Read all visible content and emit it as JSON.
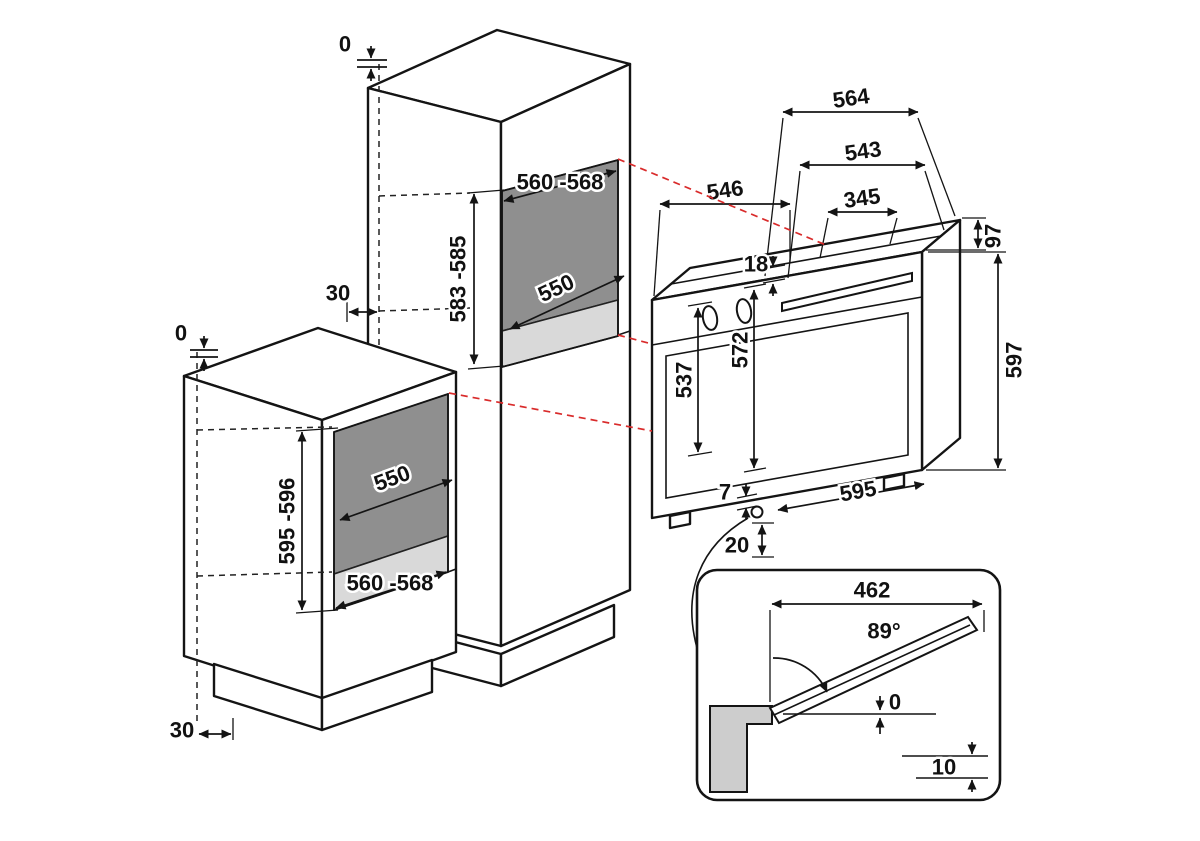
{
  "colors": {
    "line": "#141414",
    "red_dashed": "#d92b2b",
    "niche_back": "#8f8f8f",
    "niche_floor": "#d9d9d9",
    "inset_gray": "#cdcdcd"
  },
  "tall_cabinet": {
    "top_offset": "0",
    "niche_width": "560 -568",
    "niche_height": "583 -585",
    "niche_depth": "550",
    "rear_gap": "30"
  },
  "base_cabinet": {
    "top_offset": "0",
    "niche_depth": "550",
    "niche_height": "595 -596",
    "niche_width": "560 -568",
    "plinth_recess": "30"
  },
  "oven": {
    "depth_overall": "564",
    "depth_excl_door": "543",
    "body_depth": "546",
    "top_recess": "345",
    "fascia_overhang": "18",
    "top_section_height": "97",
    "side_height": "537",
    "front_height": "572",
    "overall_height": "597",
    "foot_gap": "7",
    "width": "595",
    "bottom_clearance": "20"
  },
  "door_detail": {
    "projection": "462",
    "opening_angle": "89°",
    "zero_gap": "0",
    "lower_gap": "10"
  }
}
